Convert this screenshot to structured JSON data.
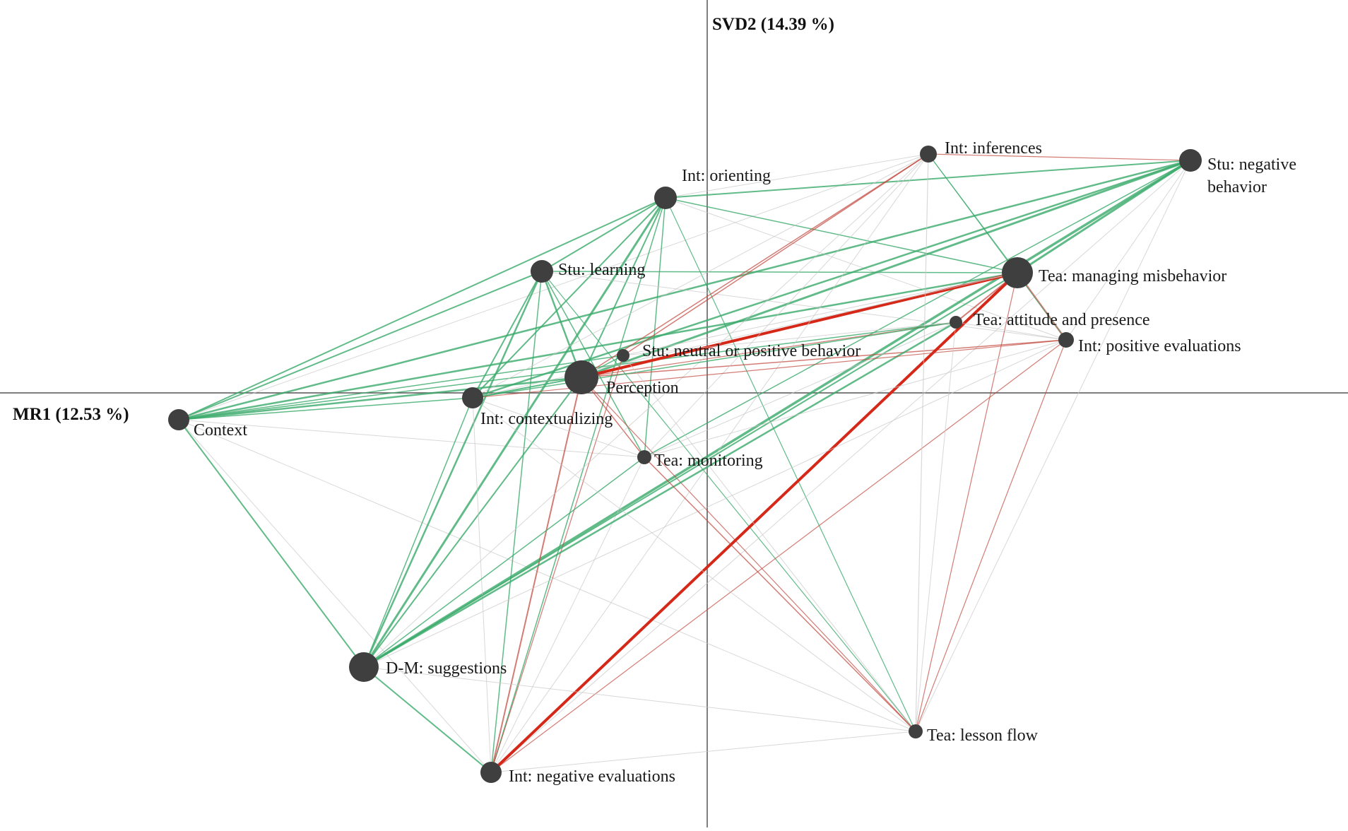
{
  "axes": {
    "x_title": "MR1 (12.53 %)",
    "y_title": "SVD2 (14.39 %)"
  },
  "colors": {
    "positive_edge": "#3aaa6a",
    "negative_edge": "#c0443a",
    "strong_negative_edge": "#d62818",
    "weak_edge": "#c8c8c8",
    "node": "#3f3f3f",
    "axis": "#555555"
  },
  "nodes": [
    {
      "id": "context",
      "label": [
        "Context"
      ]
    },
    {
      "id": "int_orienting",
      "label": [
        "Int: orienting"
      ]
    },
    {
      "id": "stu_learning",
      "label": [
        "Stu: learning"
      ]
    },
    {
      "id": "stu_neutral",
      "label": [
        "Stu: neutral or positive behavior"
      ]
    },
    {
      "id": "perception",
      "label": [
        "Perception"
      ]
    },
    {
      "id": "int_contextualizing",
      "label": [
        "Int: contextualizing"
      ]
    },
    {
      "id": "tea_monitoring",
      "label": [
        "Tea: monitoring"
      ]
    },
    {
      "id": "dm_suggestions",
      "label": [
        "D-M: suggestions"
      ]
    },
    {
      "id": "int_negative",
      "label": [
        "Int: negative evaluations"
      ]
    },
    {
      "id": "int_inferences",
      "label": [
        "Int: inferences"
      ]
    },
    {
      "id": "stu_negative",
      "label": [
        "Stu: negative",
        "behavior"
      ]
    },
    {
      "id": "tea_managing",
      "label": [
        "Tea: managing misbehavior"
      ]
    },
    {
      "id": "tea_attitude",
      "label": [
        "Tea: attitude and presence"
      ]
    },
    {
      "id": "int_positive",
      "label": [
        "Int: positive evaluations"
      ]
    },
    {
      "id": "tea_lesson",
      "label": [
        "Tea: lesson flow"
      ]
    }
  ]
}
